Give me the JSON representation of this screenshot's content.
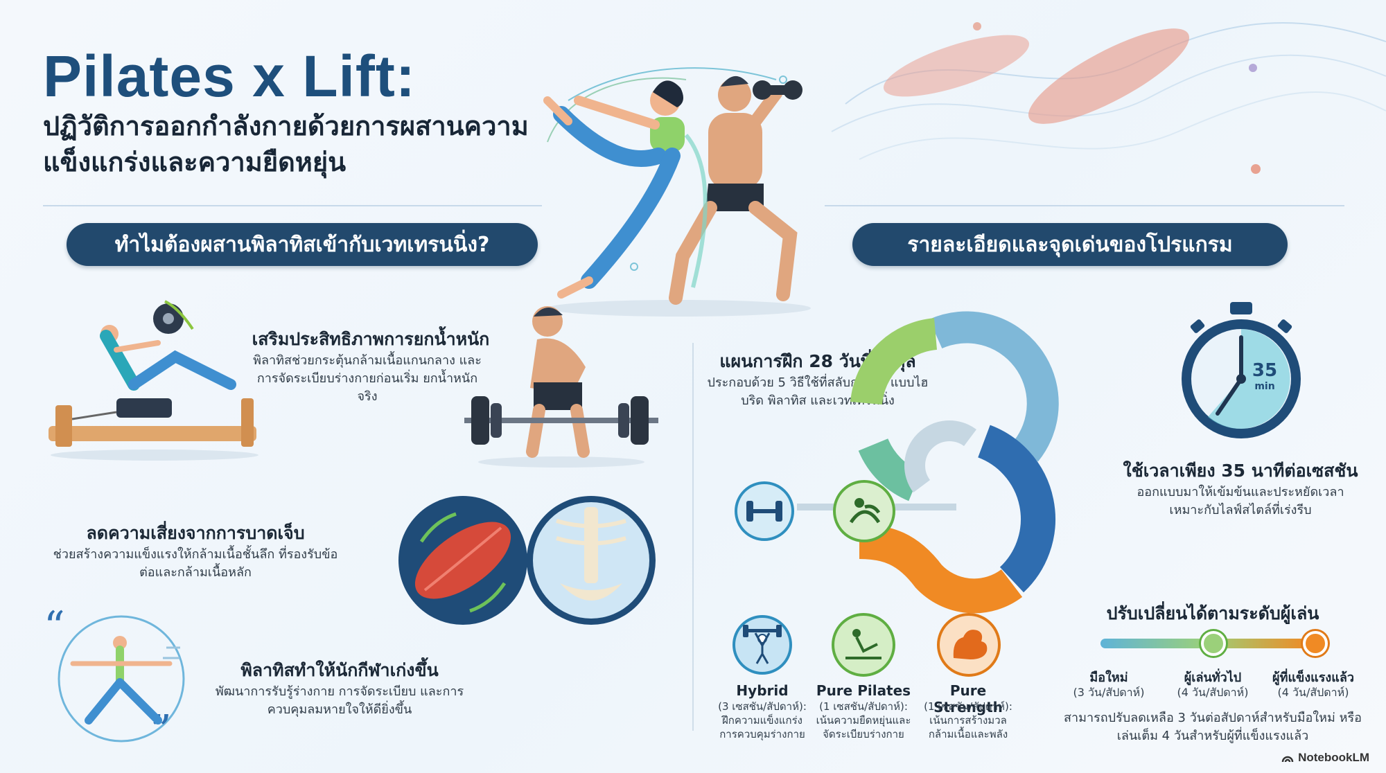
{
  "header": {
    "title": "Pilates x Lift:",
    "subtitle": "ปฏิวัติการออกกำลังกายด้วยการผสานความแข็งแกร่งและความยืดหยุ่น"
  },
  "left": {
    "heading": "ทำไมต้องผสานพิลาทิสเข้ากับเวทเทรนนิ่ง?",
    "items": [
      {
        "title": "เสริมประสิทธิภาพการยกน้ำหนัก",
        "text": "พิลาทิสช่วยกระตุ้นกล้ามเนื้อแกนกลาง และการจัดระเบียบร่างกายก่อนเริ่ม ยกน้ำหนักจริง"
      },
      {
        "title": "ลดความเสี่ยงจากการบาดเจ็บ",
        "text": "ช่วยสร้างความแข็งแรงให้กล้ามเนื้อชั้นลึก ที่รองรับข้อต่อและกล้ามเนื้อหลัก"
      },
      {
        "title": "พิลาทิสทำให้นักกีฬาเก่งขึ้น",
        "text": "พัฒนาการรับรู้ร่างกาย การจัดระเบียบ และการควบคุมลมหายใจให้ดียิ่งขึ้น"
      }
    ]
  },
  "right": {
    "heading": "รายละเอียดและจุดเด่นของโปรแกรม",
    "plan": {
      "title": "แผนการฝึก 28 วันที่สมดุล",
      "text": "ประกอบด้วย 5 วิธีใช้ที่สลับการฝึก แบบไฮบริด พิลาทิส และเวทเทรนนิ่ง"
    },
    "time": {
      "title": "ใช้เวลาเพียง 35 นาทีต่อเซสชัน",
      "text": "ออกแบบมาให้เข้มข้นและประหยัดเวลา เหมาะกับไลฟ์สไตล์ที่เร่งรีบ",
      "timer_value": "35",
      "timer_unit": "min"
    },
    "types": [
      {
        "name": "Hybrid",
        "freq": "(3 เซสชัน/สัปดาห์):",
        "desc": "ฝึกความแข็งแกร่ง การควบคุมร่างกาย"
      },
      {
        "name": "Pure Pilates",
        "freq": "(1 เซสชัน/สัปดาห์):",
        "desc": "เน้นความยืดหยุ่นและ จัดระเบียบร่างกาย"
      },
      {
        "name": "Pure Strength",
        "freq": "(1 เซสชัน/สัปดาห์):",
        "desc": "เน้นการสร้างมวล กล้ามเนื้อและพลัง"
      }
    ],
    "levels": {
      "title": "ปรับเปลี่ยนได้ตามระดับผู้เล่น",
      "items": [
        {
          "name": "มือใหม่",
          "freq": "(3 วัน/สัปดาห์)"
        },
        {
          "name": "ผู้เล่นทั่วไป",
          "freq": "(4 วัน/สัปดาห์)"
        },
        {
          "name": "ผู้ที่แข็งแรงแล้ว",
          "freq": "(4 วัน/สัปดาห์)"
        }
      ],
      "note": "สามารถปรับลดเหลือ 3 วันต่อสัปดาห์สำหรับมือใหม่ หรือเล่นเต็ม 4 วันสำหรับผู้ที่แข็งแรงแล้ว"
    }
  },
  "brand": "NotebookLM",
  "colors": {
    "navy": "#22496d",
    "title_blue": "#1e4f7c",
    "green": "#8cc63f",
    "blue": "#3b7fbf",
    "orange": "#f08a24",
    "teal": "#2aa7b8"
  }
}
